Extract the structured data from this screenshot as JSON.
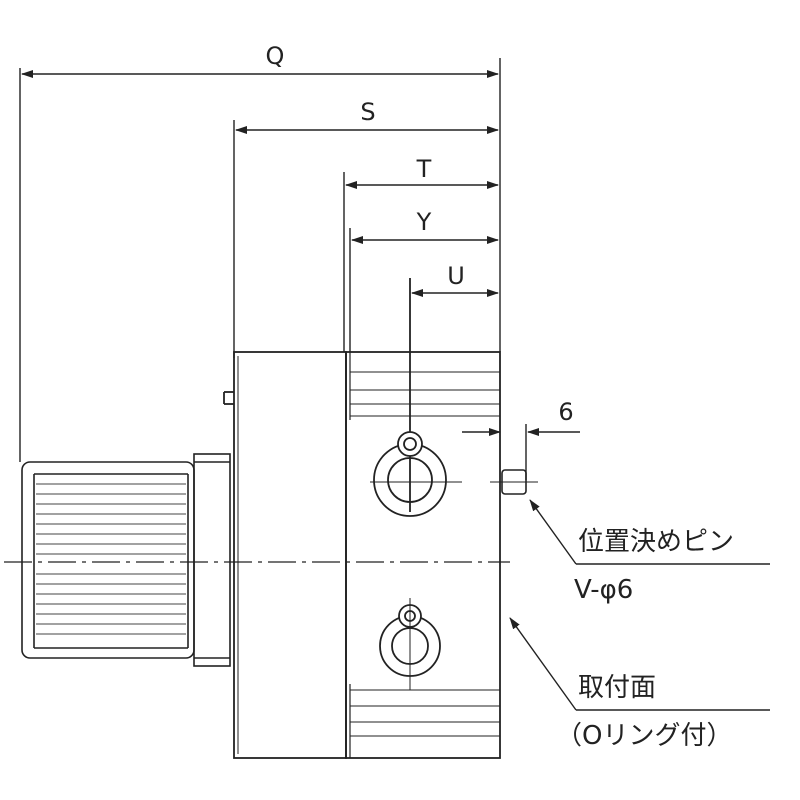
{
  "dimensions": {
    "q": "Q",
    "s": "S",
    "t": "T",
    "y": "Y",
    "u": "U",
    "six": "6"
  },
  "callouts": {
    "pin_label": "位置決めピン",
    "pin_spec": "V-φ6",
    "mount_label": "取付面",
    "mount_note": "（Oリング付）"
  },
  "colors": {
    "line": "#222222",
    "background": "#ffffff"
  }
}
